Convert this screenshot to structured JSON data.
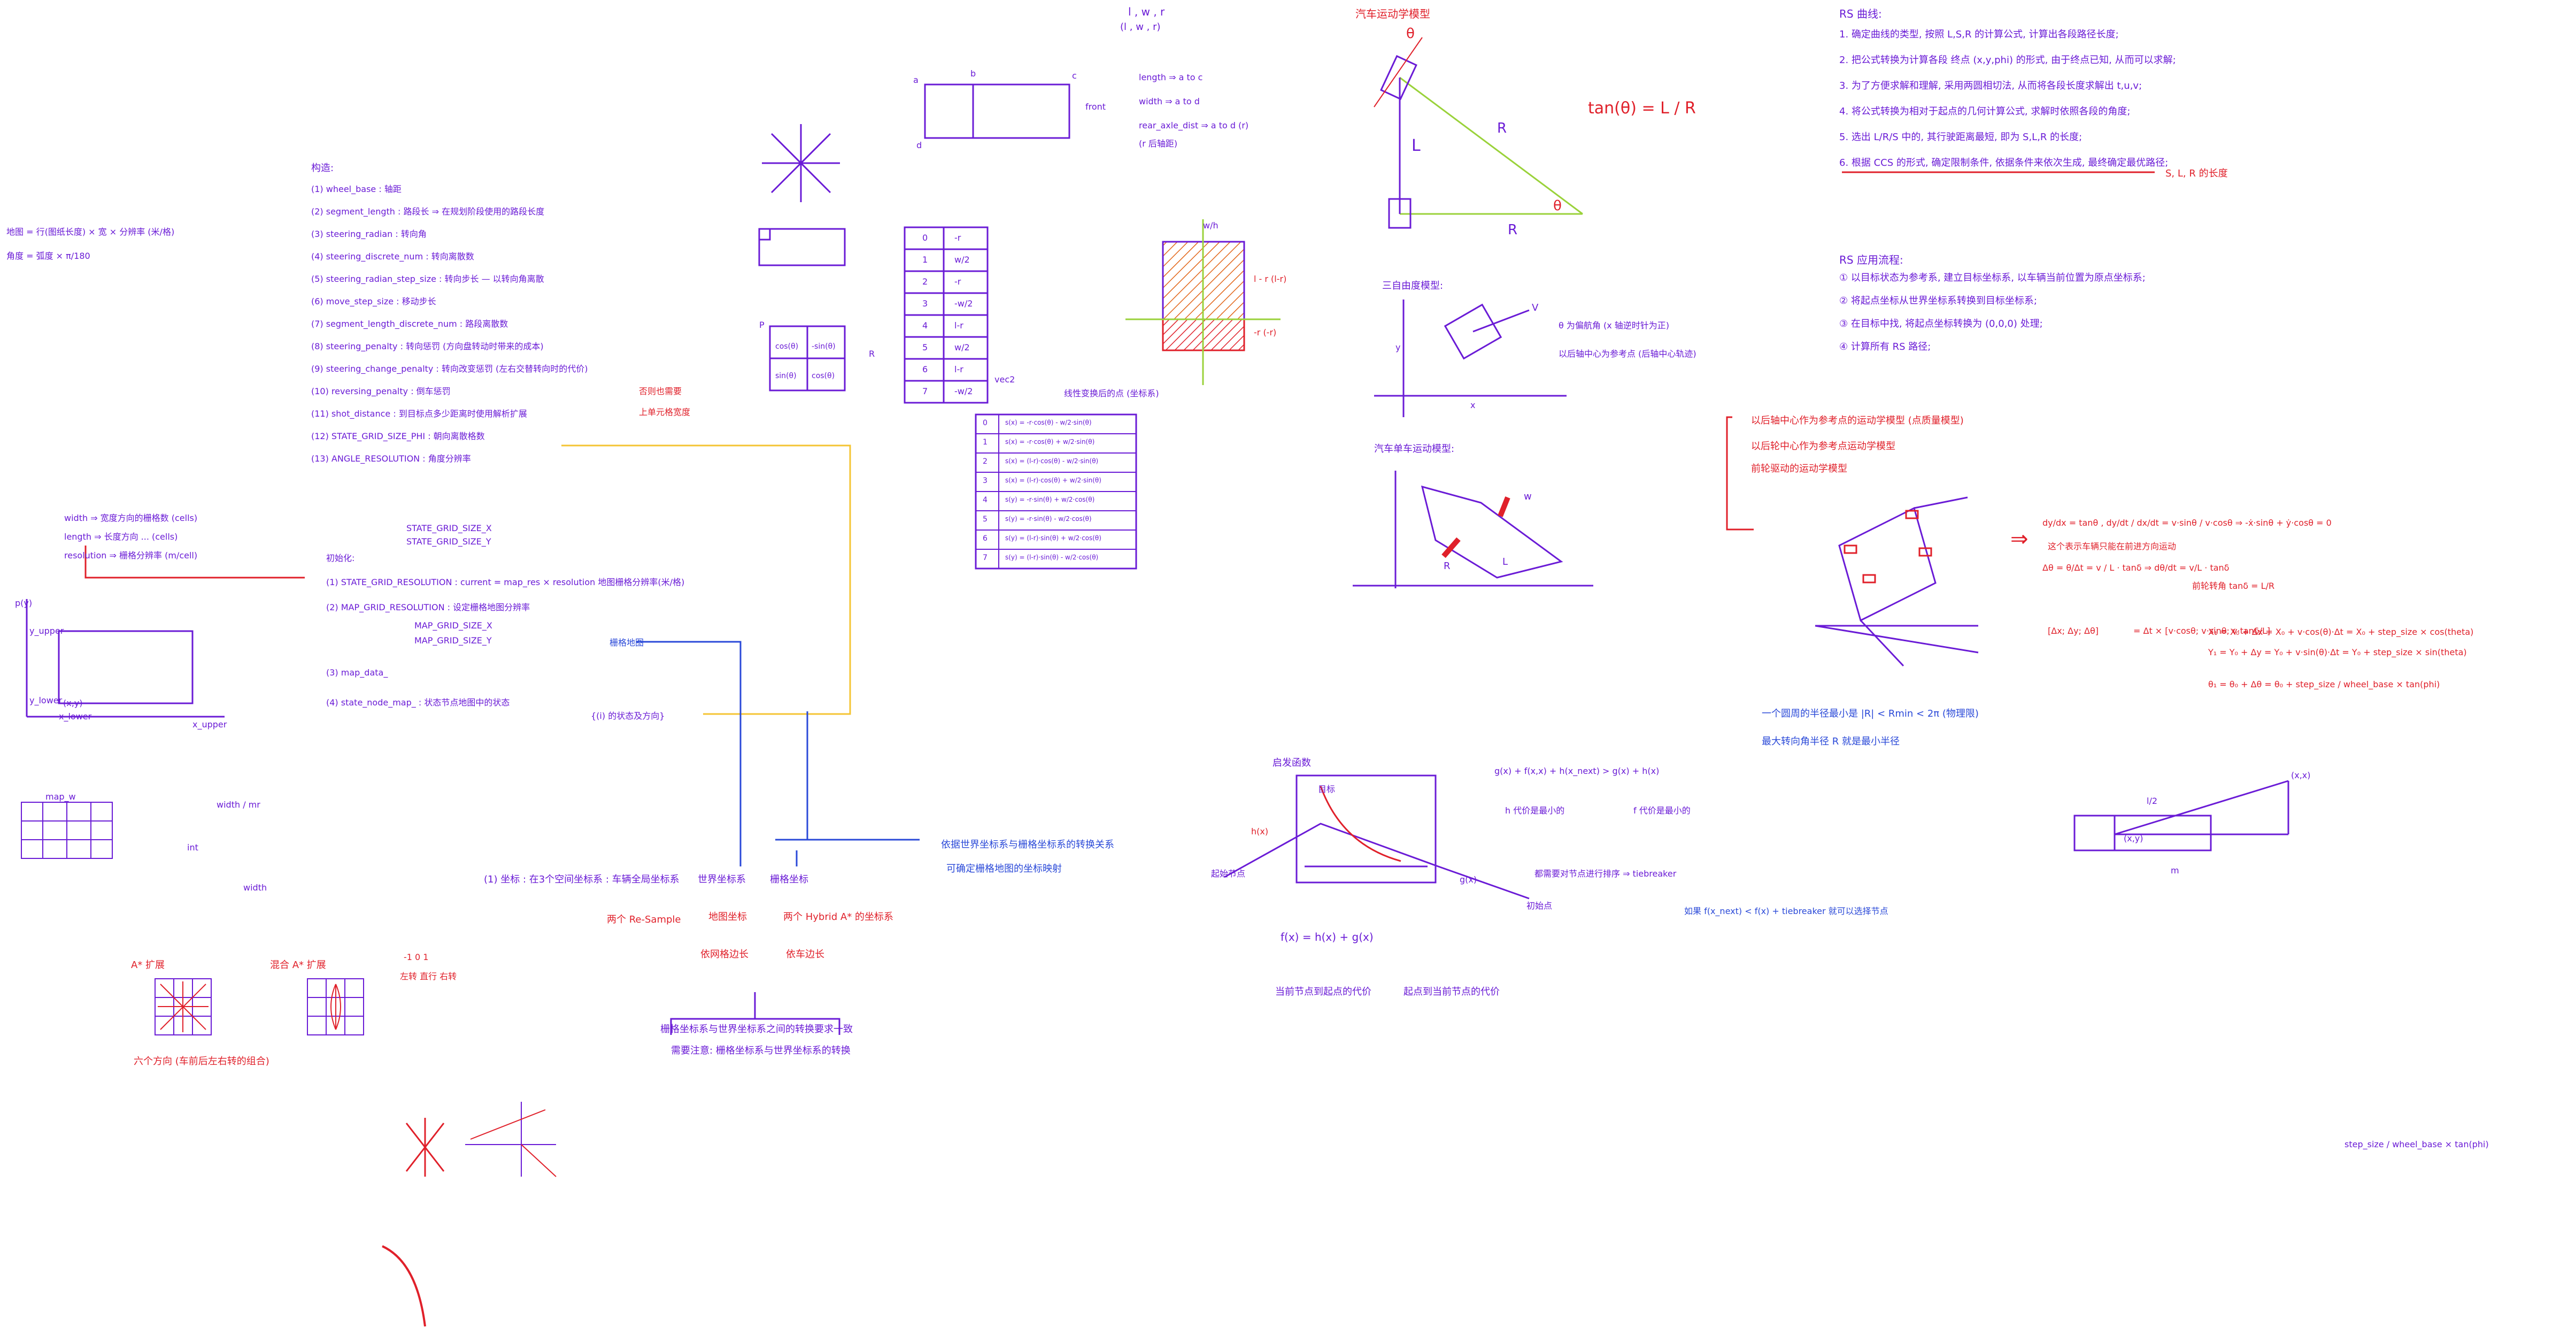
{
  "colors": {
    "purple": "#6a1bd6",
    "red": "#e0202a",
    "blue": "#2a49d8",
    "green": "#9ad23a",
    "orange": "#e2661a",
    "yellow": "#f4c433"
  },
  "left_notes": {
    "line1": "地图 = 行(图纸长度) × 宽 × 分辨率 (米/格)",
    "line2": "角度 = 弧度 × π/180"
  },
  "params": {
    "title": "构造:",
    "items": [
      "(1) wheel_base : 轴距",
      "(2) segment_length : 路段长  ⇒  在规划阶段使用的路段长度",
      "(3) steering_radian : 转向角",
      "(4) steering_discrete_num : 转向离散数",
      "(5) steering_radian_step_size : 转向步长 — 以转向角离散",
      "(6) move_step_size : 移动步长",
      "(7) segment_length_discrete_num : 路段离散数",
      "(8) steering_penalty : 转向惩罚 (方向盘转动时带来的成本)",
      "(9) steering_change_penalty : 转向改变惩罚 (左右交替转向时的代价)",
      "(10) reversing_penalty : 倒车惩罚",
      "(11) shot_distance : 到目标点多少距离时使用解析扩展",
      "(12) STATE_GRID_SIZE_PHI : 朝向离散格数",
      "(13) ANGLE_RESOLUTION : 角度分辨率"
    ],
    "note_red1": "否则也需要",
    "note_red2": "上单元格宽度"
  },
  "map_notes": {
    "width_line": "width ⇒ 宽度方向的栅格数 (cells)",
    "length_line": "length ⇒ 长度方向 ... (cells)",
    "resolution_line": "resolution ⇒ 栅格分辨率 (m/cell)",
    "init_title": "初始化:",
    "state_x": "STATE_GRID_SIZE_X",
    "state_y": "STATE_GRID_SIZE_Y",
    "grid_res": "(1) STATE_GRID_RESOLUTION : current = map_res × resolution  地图栅格分辨率(米/格)",
    "map_grid_res": "(2) MAP_GRID_RESOLUTION : 设定栅格地图分辨率",
    "map_size_x": "MAP_GRID_SIZE_X",
    "map_size_y": "MAP_GRID_SIZE_Y",
    "map_data": "(3) map_data_",
    "state_node_map": "(4) state_node_map_ : 状态节点地图中的状态",
    "grid_map_label": "栅格地图",
    "phi_note": "{(i) 的状态及方向}",
    "width_frac": "width / mr",
    "width_label": "width",
    "int_label": "int",
    "map_w_label": "map_w"
  },
  "axis_labels": {
    "y_upper": "y_upper",
    "y_lower": "y_lower",
    "x_lower": "x_lower",
    "x_upper": "x_upper",
    "xy_cell": "(x,y)",
    "p_label": "p(y)"
  },
  "coord_chain": {
    "main": "(1) 坐标 : 在3个空间坐标系 : 车辆全局坐标系",
    "world": "世界坐标系",
    "grid": "栅格坐标",
    "grid_coord": "两个 Hybrid A* 的坐标系",
    "conv1": "两个 Re-Sample",
    "conv2": "地图坐标",
    "conv3": "依网格边长",
    "conv4": "依车边长",
    "bottom1": "栅格坐标系与世界坐标系之间的转换要求一致",
    "bottom2": "需要注意: 栅格坐标系与世界坐标系的转换",
    "right1": "依据世界坐标系与栅格坐标系的转换关系",
    "right2": "可确定栅格地图的坐标映射"
  },
  "car_block": {
    "lwr": "l , w , r",
    "lwr2": "(l , w , r)",
    "length_line": "length ⇒ a to c",
    "width_line": "width ⇒ a to d",
    "rear_line": "rear_axle_dist ⇒ a to d (r)",
    "rear_line2": "(r 后轴距)",
    "front_label": "front",
    "a": "a",
    "b": "b",
    "c": "c",
    "d": "d"
  },
  "index_table": {
    "rows": [
      [
        "0",
        "-r"
      ],
      [
        "1",
        "w/2"
      ],
      [
        "2",
        "-r"
      ],
      [
        "3",
        "-w/2"
      ],
      [
        "4",
        "l-r"
      ],
      [
        "5",
        "w/2"
      ],
      [
        "6",
        "l-r"
      ],
      [
        "7",
        "-w/2"
      ]
    ]
  },
  "vec_table": {
    "rows": [
      [
        "0",
        "s(x) = -r·cos(θ) - w/2·sin(θ)"
      ],
      [
        "1",
        "s(x) = -r·cos(θ) + w/2·sin(θ)"
      ],
      [
        "2",
        "s(x) = (l-r)·cos(θ) - w/2·sin(θ)"
      ],
      [
        "3",
        "s(x) = (l-r)·cos(θ) + w/2·sin(θ)"
      ],
      [
        "4",
        "s(y) = -r·sin(θ) + w/2·cos(θ)"
      ],
      [
        "5",
        "s(y) = -r·sin(θ) - w/2·cos(θ)"
      ],
      [
        "6",
        "s(y) = (l-r)·sin(θ) + w/2·cos(θ)"
      ],
      [
        "7",
        "s(y) = (l-r)·sin(θ) - w/2·cos(θ)"
      ]
    ],
    "side_label": "vec2",
    "side_note": "线性变换后的点 (坐标系)",
    "p_label": "P",
    "r_label": "R",
    "grid_cells": [
      "cos(θ)",
      "-sin(θ)",
      "sin(θ)",
      "cos(θ)"
    ]
  },
  "rect_block": {
    "wh": "w/h",
    "minus_r": "-r (-r)",
    "l_minus": "l - r (l-r)"
  },
  "kinematic": {
    "title": "汽车运动学模型",
    "theta": "θ",
    "L": "L",
    "R": "R",
    "formula": "tan(θ) = L / R"
  },
  "dof": {
    "title": "三自由度模型:",
    "line1": "θ 为偏航角 (x 轴逆时针为正)",
    "line2": "以后轴中心为参考点 (后轴中心轨迹)",
    "v": "V",
    "x": "x",
    "y": "y"
  },
  "bicycle": {
    "title": "汽车单车运动模型:",
    "L": "L",
    "R": "R",
    "w": "w"
  },
  "rs": {
    "title": "RS 曲线:",
    "items": [
      "1. 确定曲线的类型, 按照 L,S,R 的计算公式, 计算出各段路径长度;",
      "2. 把公式转换为计算各段 终点 (x,y,phi) 的形式, 由于终点已知, 从而可以求解;",
      "3. 为了方便求解和理解, 采用两圆相切法, 从而将各段长度求解出 t,u,v;",
      "4. 将公式转换为相对于起点的几何计算公式, 求解时依照各段的角度;",
      "5. 选出 L/R/S 中的, 其行驶距离最短, 即为 S,L,R 的长度;",
      "6. 根据 CCS 的形式, 确定限制条件, 依据条件来依次生成, 最终确定最优路径;"
    ],
    "t_u_v": "S, L, R 的长度",
    "app_title": "RS 应用流程:",
    "app_items": [
      "① 以目标状态为参考系, 建立目标坐标系, 以车辆当前位置为原点坐标系;",
      "② 将起点坐标从世界坐标系转换到目标坐标系;",
      "③ 在目标中找, 将起点坐标转换为 (0,0,0) 处理;",
      "④ 计算所有 RS 路径;"
    ]
  },
  "model_red": {
    "line1": "以后轴中心作为参考点的运动学模型 (点质量模型)",
    "line2": "以后轮中心作为参考点运动学模型",
    "line3": "前轮驱动的运动学模型"
  },
  "equations": {
    "e1": "dy/dx = tanθ , dy/dt / dx/dt = v·sinθ / v·cosθ  ⇒  -ẋ·sinθ + ẏ·cosθ = 0",
    "e2": "这个表示车辆只能在前进方向运动",
    "e3": "Δθ = θ/Δt = v / L · tanδ  ⇒  dθ/dt = v/L · tanδ",
    "e4": "前轮转角 tanδ = L/R",
    "matrix_lhs": "[Δx; Δy; Δθ]",
    "matrix_rhs": "= Δt × [v·cosθ; v·sinθ; v·tanδ/L]",
    "x_upd": "X₁ = X₀ + Δx = X₀ + v·cos(θ)·Δt = X₀ + step_size × cos(theta)",
    "y_upd": "Y₁ = Y₀ + Δy = Y₀ + v·sin(θ)·Δt = Y₀ + step_size × sin(theta)",
    "t_upd": "θ₁ = θ₀ + Δθ = θ₀ + step_size / wheel_base × tan(phi)"
  },
  "blue_mid": {
    "line1": "一个圆周的半径最小是 |R| < Rmin < 2π (物理限)",
    "line2": "最大转向角半径 R 就是最小半径"
  },
  "heuristic": {
    "title": "启发函数",
    "start": "起始节点",
    "goal": "目标",
    "hx": "h(x)",
    "gx": "g(x)",
    "f_line": "f(x) = h(x) + g(x)",
    "left_eq": "当前节点到起点的代价",
    "right_eq": "起点到当前节点的代价",
    "gh": "g(x) + f(x,x) + h(x_next) > g(x) + h(x)",
    "h_left": "h 代价是最小的",
    "h_right": "f 代价是最小的",
    "tie": "都需要对节点进行排序 ⇒ tiebreaker",
    "tie2": "如果 f(x_next) < f(x) + tiebreaker 就可以选择节点",
    "x_axis": "初始点"
  },
  "bottom_right": {
    "ix": "(x,y)",
    "lx": "(x,x)",
    "s": "l/2",
    "m": "m",
    "label": "step_size / wheel_base × tan(phi)"
  },
  "expand": {
    "a_title": "A* 扩展",
    "hybrid_title": "混合 A* 扩展",
    "nums": "-1   0   1",
    "labels": "左转   直行   右转",
    "six": "六个方向 (车前后左右转的组合)"
  }
}
